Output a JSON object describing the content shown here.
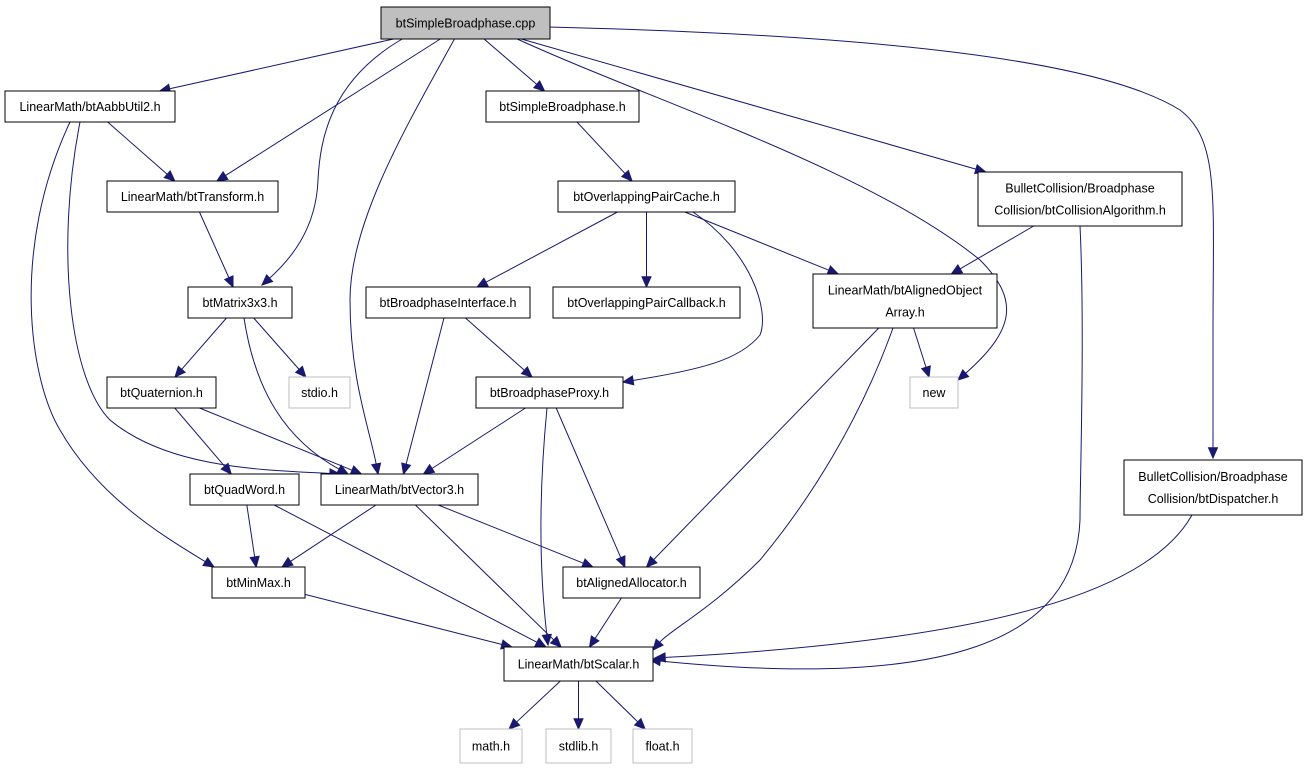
{
  "diagram": {
    "nodes": [
      {
        "id": "root",
        "lines": [
          "btSimpleBroadphase.cpp"
        ],
        "kind": "root"
      },
      {
        "id": "aabbutil",
        "lines": [
          "LinearMath/btAabbUtil2.h"
        ],
        "kind": "file"
      },
      {
        "id": "sbh",
        "lines": [
          "btSimpleBroadphase.h"
        ],
        "kind": "file"
      },
      {
        "id": "collalg",
        "lines": [
          "BulletCollision/Broadphase",
          "Collision/btCollisionAlgorithm.h"
        ],
        "kind": "file"
      },
      {
        "id": "transform",
        "lines": [
          "LinearMath/btTransform.h"
        ],
        "kind": "file"
      },
      {
        "id": "opc",
        "lines": [
          "btOverlappingPairCache.h"
        ],
        "kind": "file"
      },
      {
        "id": "matrix",
        "lines": [
          "btMatrix3x3.h"
        ],
        "kind": "file"
      },
      {
        "id": "bpi",
        "lines": [
          "btBroadphaseInterface.h"
        ],
        "kind": "file"
      },
      {
        "id": "opcb",
        "lines": [
          "btOverlappingPairCallback.h"
        ],
        "kind": "file"
      },
      {
        "id": "aoa",
        "lines": [
          "LinearMath/btAlignedObject",
          "Array.h"
        ],
        "kind": "file"
      },
      {
        "id": "quat",
        "lines": [
          "btQuaternion.h"
        ],
        "kind": "file"
      },
      {
        "id": "stdio",
        "lines": [
          "stdio.h"
        ],
        "kind": "external"
      },
      {
        "id": "bpp",
        "lines": [
          "btBroadphaseProxy.h"
        ],
        "kind": "file"
      },
      {
        "id": "new",
        "lines": [
          "new"
        ],
        "kind": "external"
      },
      {
        "id": "quadword",
        "lines": [
          "btQuadWord.h"
        ],
        "kind": "file"
      },
      {
        "id": "vector3",
        "lines": [
          "LinearMath/btVector3.h"
        ],
        "kind": "file"
      },
      {
        "id": "dispatcher",
        "lines": [
          "BulletCollision/Broadphase",
          "Collision/btDispatcher.h"
        ],
        "kind": "file"
      },
      {
        "id": "minmax",
        "lines": [
          "btMinMax.h"
        ],
        "kind": "file"
      },
      {
        "id": "alloc",
        "lines": [
          "btAlignedAllocator.h"
        ],
        "kind": "file"
      },
      {
        "id": "scalar",
        "lines": [
          "LinearMath/btScalar.h"
        ],
        "kind": "file"
      },
      {
        "id": "math",
        "lines": [
          "math.h"
        ],
        "kind": "external"
      },
      {
        "id": "stdlib",
        "lines": [
          "stdlib.h"
        ],
        "kind": "external"
      },
      {
        "id": "float",
        "lines": [
          "float.h"
        ],
        "kind": "external"
      }
    ],
    "edges": [
      [
        "root",
        "aabbutil"
      ],
      [
        "root",
        "transform"
      ],
      [
        "root",
        "matrix"
      ],
      [
        "root",
        "vector3"
      ],
      [
        "root",
        "sbh"
      ],
      [
        "root",
        "new"
      ],
      [
        "root",
        "collalg"
      ],
      [
        "root",
        "dispatcher"
      ],
      [
        "aabbutil",
        "transform"
      ],
      [
        "aabbutil",
        "vector3"
      ],
      [
        "aabbutil",
        "minmax"
      ],
      [
        "transform",
        "matrix"
      ],
      [
        "matrix",
        "quat"
      ],
      [
        "matrix",
        "stdio"
      ],
      [
        "matrix",
        "vector3"
      ],
      [
        "quat",
        "quadword"
      ],
      [
        "quat",
        "vector3"
      ],
      [
        "quadword",
        "minmax"
      ],
      [
        "quadword",
        "scalar"
      ],
      [
        "vector3",
        "minmax"
      ],
      [
        "vector3",
        "alloc"
      ],
      [
        "vector3",
        "scalar"
      ],
      [
        "minmax",
        "scalar"
      ],
      [
        "sbh",
        "opc"
      ],
      [
        "opc",
        "bpi"
      ],
      [
        "opc",
        "opcb"
      ],
      [
        "opc",
        "aoa"
      ],
      [
        "opc",
        "bpp"
      ],
      [
        "bpi",
        "bpp"
      ],
      [
        "bpi",
        "vector3"
      ],
      [
        "bpp",
        "vector3"
      ],
      [
        "bpp",
        "alloc"
      ],
      [
        "bpp",
        "scalar"
      ],
      [
        "aoa",
        "new"
      ],
      [
        "aoa",
        "alloc"
      ],
      [
        "aoa",
        "scalar"
      ],
      [
        "collalg",
        "aoa"
      ],
      [
        "collalg",
        "scalar"
      ],
      [
        "dispatcher",
        "scalar"
      ],
      [
        "alloc",
        "scalar"
      ],
      [
        "scalar",
        "math"
      ],
      [
        "scalar",
        "stdlib"
      ],
      [
        "scalar",
        "float"
      ]
    ]
  }
}
